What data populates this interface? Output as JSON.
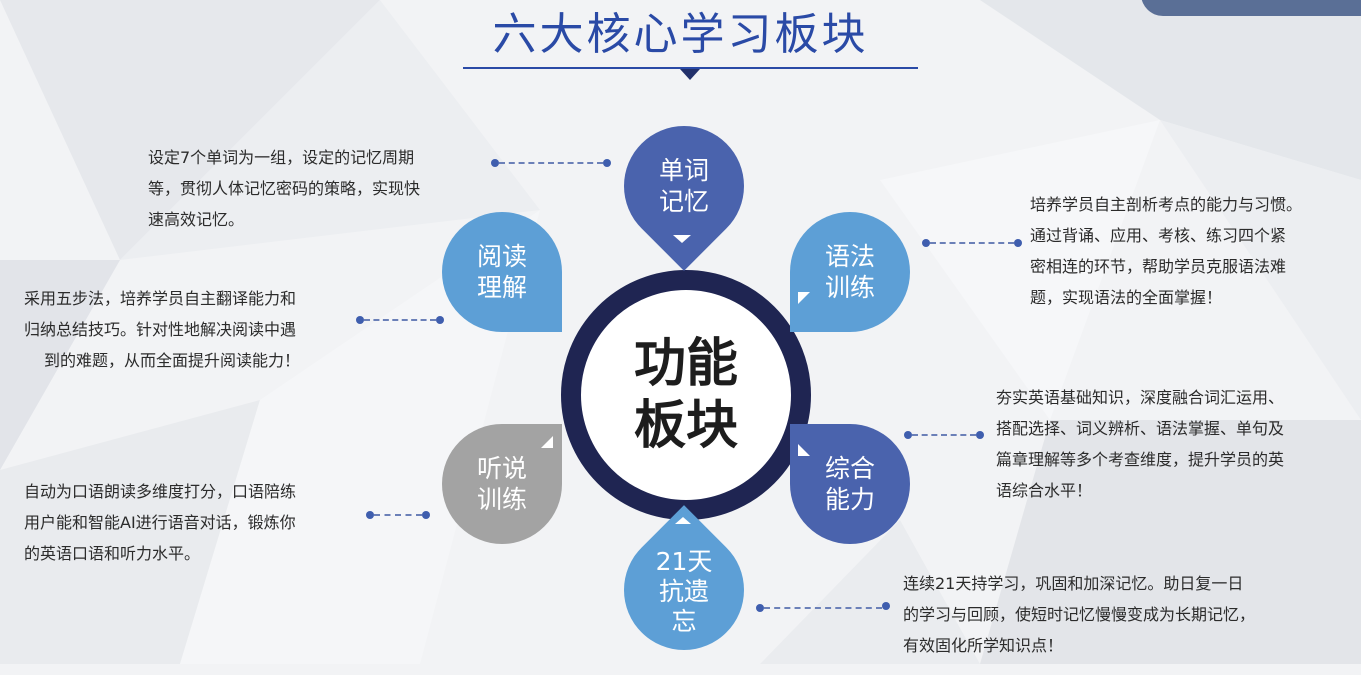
{
  "title": "六大核心学习板块",
  "center": {
    "line1": "功能",
    "line2": "板块"
  },
  "colors": {
    "title": "#2a4aa6",
    "dark_blue": "#4a63ad",
    "light_blue": "#5d9fd6",
    "gray": "#a3a3a3",
    "ring": "#1f2552"
  },
  "modules": [
    {
      "id": "word",
      "lines": [
        "单词",
        "记忆"
      ],
      "desc": [
        "设定7个单词为一组，设定的记忆周期",
        "等，贯彻人体记忆密码的策略，实现快",
        "速高效记忆。"
      ]
    },
    {
      "id": "grammar",
      "lines": [
        "语法",
        "训练"
      ],
      "desc": [
        "培养学员自主剖析考点的能力与习惯。",
        "通过背诵、应用、考核、练习四个紧",
        "密相连的环节，帮助学员克服语法难",
        "题，实现语法的全面掌握！"
      ]
    },
    {
      "id": "composite",
      "lines": [
        "综合",
        "能力"
      ],
      "desc": [
        "夯实英语基础知识，深度融合词汇运用、",
        "搭配选择、词义辨析、语法掌握、单句及",
        "篇章理解等多个考查维度，提升学员的英",
        "语综合水平！"
      ]
    },
    {
      "id": "memory21",
      "lines": [
        "21天",
        "抗遗",
        "忘"
      ],
      "desc": [
        "连续21天持学习，巩固和加深记忆。助日复一日",
        "的学习与回顾，使短时记忆慢慢变成为长期记忆，",
        "有效固化所学知识点！"
      ]
    },
    {
      "id": "listening",
      "lines": [
        "听说",
        "训练"
      ],
      "desc": [
        "自动为口语朗读多维度打分，口语陪练",
        "用户能和智能AI进行语音对话，锻炼你",
        "的英语口语和听力水平。"
      ]
    },
    {
      "id": "reading",
      "lines": [
        "阅读",
        "理解"
      ],
      "desc": [
        "采用五步法，培养学员自主翻译能力和",
        "归纳总结技巧。针对性地解决阅读中遇",
        "到的难题，从而全面提升阅读能力！"
      ]
    }
  ]
}
